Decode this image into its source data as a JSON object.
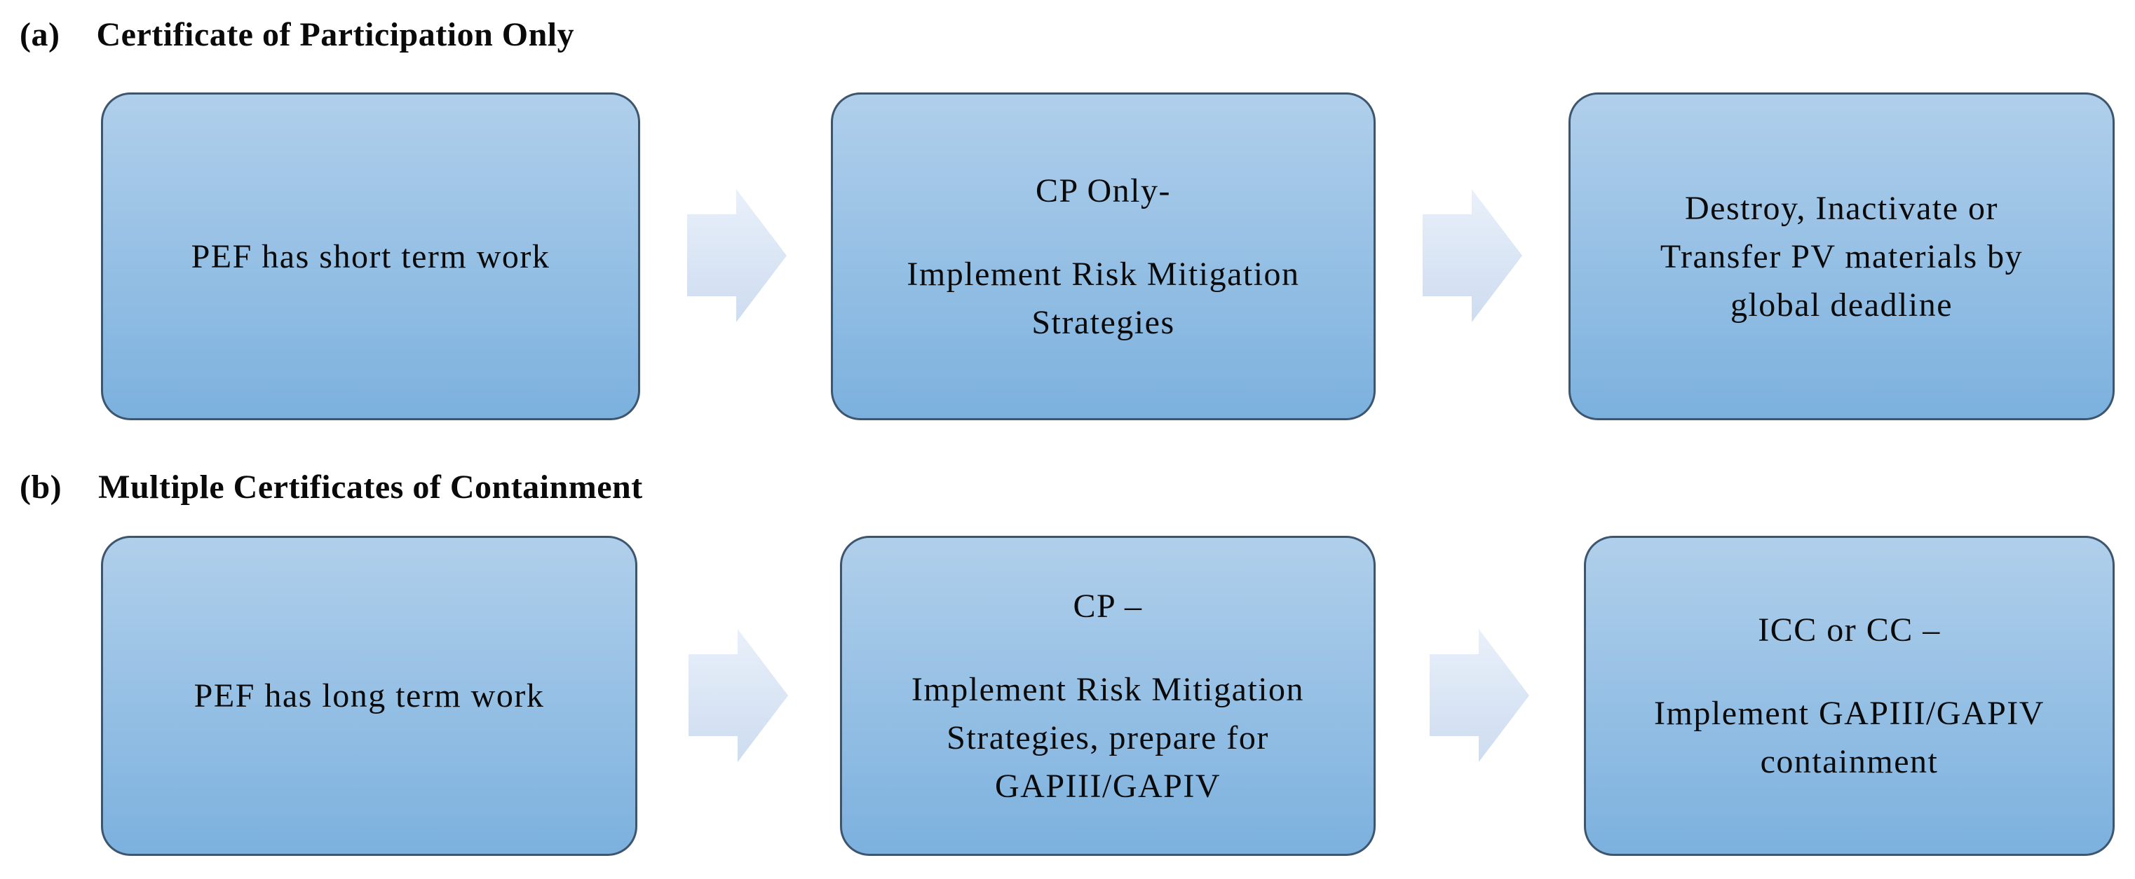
{
  "figure": {
    "section_a": {
      "label": "(a)",
      "title": "Certificate of Participation Only",
      "steps": [
        {
          "body": "PEF has short term work"
        },
        {
          "title": "CP Only-",
          "body": "Implement Risk Mitigation\nStrategies"
        },
        {
          "body": "Destroy, Inactivate or\nTransfer PV materials by\nglobal deadline"
        }
      ]
    },
    "section_b": {
      "label": "(b)",
      "title": "Multiple Certificates of Containment",
      "steps": [
        {
          "body": "PEF has long term work"
        },
        {
          "title": "CP –",
          "body": "Implement Risk Mitigation\nStrategies, prepare for\nGAPIII/GAPIV"
        },
        {
          "title": "ICC or CC –",
          "body": "Implement GAPIII/GAPIV\ncontainment"
        }
      ]
    },
    "colors": {
      "text": "#0a0a0a",
      "box_fill_top": "#b0cfeb",
      "box_fill_bottom": "#7cb1de",
      "box_border": "#3d566e",
      "arrow_fill_top": "#e9f0fa",
      "arrow_fill_bottom": "#cddcf0"
    }
  }
}
